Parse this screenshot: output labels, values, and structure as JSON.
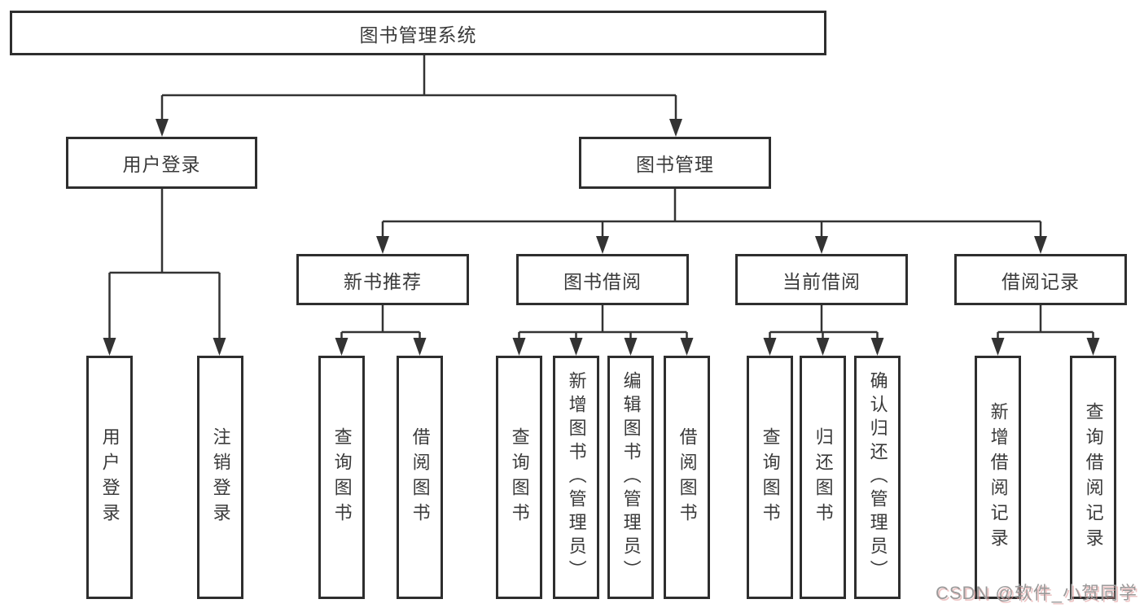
{
  "diagram": {
    "type": "hierarchy-tree",
    "colors": {
      "box_border": "#2e2e2e",
      "connector_line": "#333333",
      "label_text": "#3a3a3a",
      "watermark_gray": "#9a9a9a",
      "watermark_shadow": "#e0a0a0"
    },
    "root": {
      "label": "图书管理系统"
    },
    "branches": [
      {
        "label": "用户登录",
        "children": [
          {
            "label": "用户登录"
          },
          {
            "label": "注销登录"
          }
        ]
      },
      {
        "label": "图书管理",
        "children": [
          {
            "label": "新书推荐",
            "children": [
              {
                "label": "查询图书"
              },
              {
                "label": "借阅图书"
              }
            ]
          },
          {
            "label": "图书借阅",
            "children": [
              {
                "label": "查询图书"
              },
              {
                "label": "新增图书（管理员）"
              },
              {
                "label": "编辑图书（管理员）"
              },
              {
                "label": "借阅图书"
              }
            ]
          },
          {
            "label": "当前借阅",
            "children": [
              {
                "label": "查询图书"
              },
              {
                "label": "归还图书"
              },
              {
                "label": "确认归还（管理员）"
              }
            ]
          },
          {
            "label": "借阅记录",
            "children": [
              {
                "label": "新增借阅记录"
              },
              {
                "label": "查询借阅记录"
              }
            ]
          }
        ]
      }
    ]
  },
  "watermark": {
    "text": "CSDN @软件_小贺同学"
  }
}
